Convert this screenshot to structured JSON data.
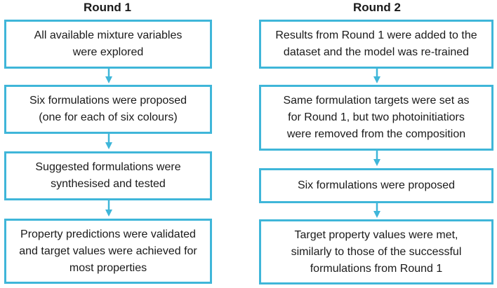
{
  "round1": {
    "title": "Round 1",
    "steps": [
      {
        "lines": [
          "All available mixture variables",
          "were explored"
        ]
      },
      {
        "lines": [
          "Six formulations were proposed",
          "(one for each of six colours)"
        ]
      },
      {
        "lines": [
          "Suggested formulations were",
          "synthesised and tested"
        ]
      },
      {
        "lines": [
          "Property predictions were validated",
          "and target values were achieved for",
          "most properties"
        ]
      }
    ]
  },
  "round2": {
    "title": "Round 2",
    "steps": [
      {
        "lines": [
          "Results from Round 1 were added to the",
          "dataset and the model was re-trained"
        ]
      },
      {
        "lines": [
          "Same formulation targets were set as",
          "for Round 1, but two photoinitiatiors",
          "were removed from the composition"
        ]
      },
      {
        "lines": [
          "Six formulations were proposed"
        ]
      },
      {
        "lines": [
          "Target property values were met,",
          "similarly to those of the successful",
          "formulations from Round 1"
        ]
      }
    ]
  },
  "colors": {
    "box_border": "#3fb6d9",
    "arrow": "#3fb6d9",
    "text": "#1a1a1a"
  }
}
